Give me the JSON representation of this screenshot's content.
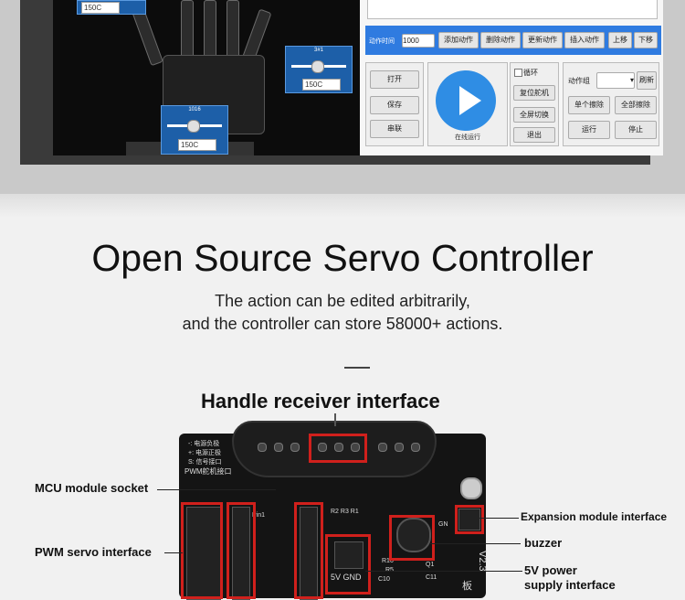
{
  "hand_panel": {
    "slider_top_value": "150C",
    "slider_right_label": "3#1",
    "slider_right_value": "150C",
    "slider_bottom_label": "1016",
    "slider_bottom_value": "150C"
  },
  "control_panel": {
    "action_time_label": "动作时间",
    "action_time_value": "1000",
    "buttons_bar": [
      "添加动作",
      "删除动作",
      "更新动作",
      "插入动作",
      "上移",
      "下移"
    ],
    "file_buttons": [
      "打开",
      "保存",
      "串联"
    ],
    "run_online_label": "在线运行",
    "loop_label": "循环",
    "reset_servo": "复位舵机",
    "fullscreen_toggle": "全屏切换",
    "exit_label": "退出",
    "action_group_label": "动作组",
    "refresh_label": "刷新",
    "single_erase": "单个擦除",
    "erase_all": "全部擦除",
    "run_label": "运行",
    "stop_label": "停止"
  },
  "content": {
    "title": "Open Source Servo Controller",
    "subtitle_line1": "The action can be edited arbitrarily,",
    "subtitle_line2": "and the controller can store 58000+ actions.",
    "handle_receiver_title": "Handle receiver interface"
  },
  "board_labels": {
    "pwm_header": "PWM舵机接口",
    "legend_1": "-: 电源负极",
    "legend_2": "+: 电源正极",
    "legend_3": "S: 信号接口",
    "pin1": "Pin1",
    "r_labels": "R2 R3 R1",
    "r5": "R5",
    "r10": "R10",
    "c10": "C10",
    "q1": "Q1",
    "c11": "C11",
    "gnd5v": "5V GND",
    "version": "V2.3",
    "board_char": "板",
    "gn": "GN"
  },
  "callouts": {
    "mcu": "MCU module socket",
    "pwm": "PWM servo interface",
    "expansion": "Expansion module interface",
    "buzzer": "buzzer",
    "power_line1": "5V power",
    "power_line2": "supply interface"
  },
  "colors": {
    "accent_blue": "#2f7be0",
    "callout_red": "#d0201c"
  }
}
